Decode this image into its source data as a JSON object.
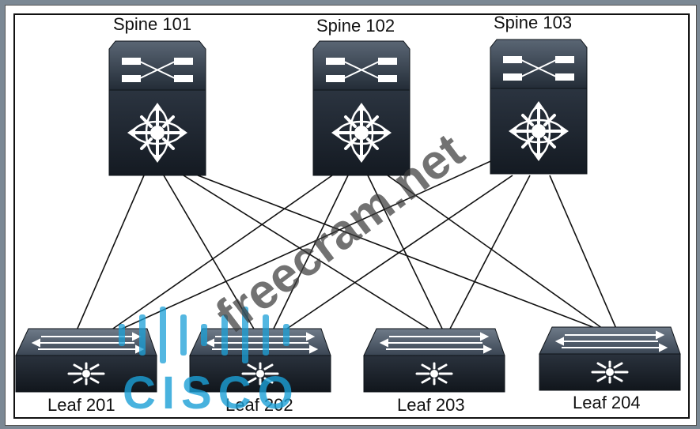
{
  "spines": [
    {
      "label": "Spine 101"
    },
    {
      "label": "Spine 102"
    },
    {
      "label": "Spine 103"
    }
  ],
  "leaves": [
    {
      "label": "Leaf 201"
    },
    {
      "label": "Leaf 202"
    },
    {
      "label": "Leaf 203"
    },
    {
      "label": "Leaf 204"
    }
  ],
  "watermark": {
    "text": "freecram.net",
    "logo_text": "CISCO"
  },
  "colors": {
    "switch_dark": "#1c2430",
    "switch_mid": "#3a4553",
    "watermark": "#3d3d3d",
    "cisco_blue": "#1ba0d7"
  }
}
